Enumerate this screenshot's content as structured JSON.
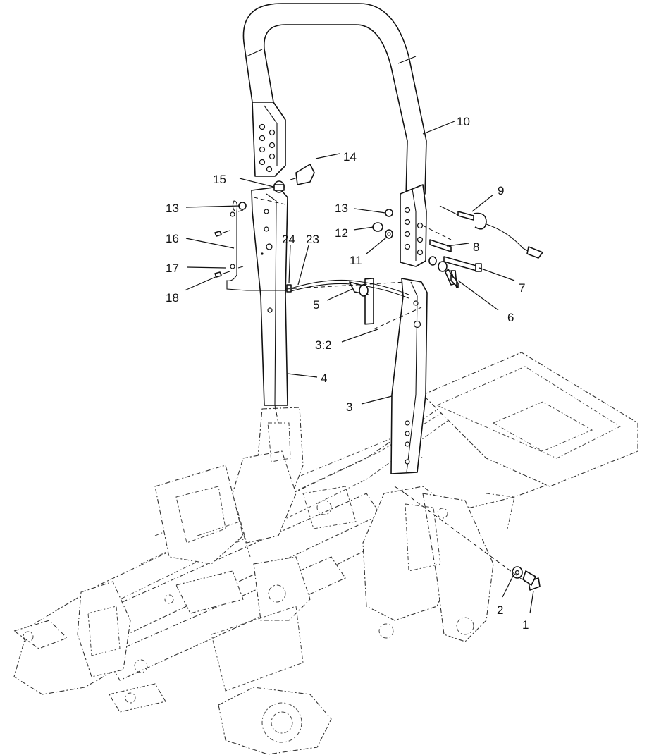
{
  "callouts": [
    {
      "id": "c1",
      "label": "1"
    },
    {
      "id": "c2",
      "label": "2"
    },
    {
      "id": "c3",
      "label": "3"
    },
    {
      "id": "c3-2",
      "label": "3:2"
    },
    {
      "id": "c4",
      "label": "4"
    },
    {
      "id": "c5",
      "label": "5"
    },
    {
      "id": "c6",
      "label": "6"
    },
    {
      "id": "c7",
      "label": "7"
    },
    {
      "id": "c8",
      "label": "8"
    },
    {
      "id": "c9",
      "label": "9"
    },
    {
      "id": "c10",
      "label": "10"
    },
    {
      "id": "c11",
      "label": "11"
    },
    {
      "id": "c12",
      "label": "12"
    },
    {
      "id": "c13a",
      "label": "13"
    },
    {
      "id": "c13b",
      "label": "13"
    },
    {
      "id": "c14",
      "label": "14"
    },
    {
      "id": "c15",
      "label": "15"
    },
    {
      "id": "c16",
      "label": "16"
    },
    {
      "id": "c17",
      "label": "17"
    },
    {
      "id": "c18",
      "label": "18"
    },
    {
      "id": "c23",
      "label": "23"
    },
    {
      "id": "c24",
      "label": "24"
    }
  ]
}
